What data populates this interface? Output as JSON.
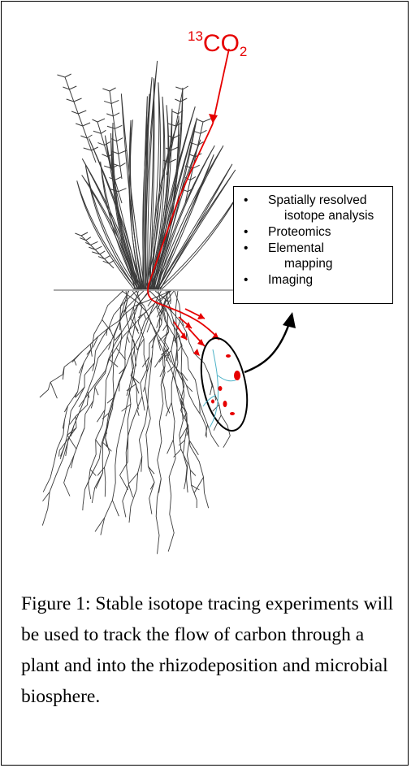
{
  "colors": {
    "tracer": "#e60000",
    "ink": "#3a3a3a",
    "rhizosphere": "#5a5a5a",
    "highlight": "#4fb3c8"
  },
  "labels": {
    "co2_superscript": "13",
    "co2_main": "CO",
    "co2_subscript": "2"
  },
  "analysis_box": {
    "items": [
      {
        "bullet": "•",
        "lines": [
          "Spatially resolved",
          "isotope analysis"
        ]
      },
      {
        "bullet": "•",
        "lines": [
          "Proteomics"
        ]
      },
      {
        "bullet": "•",
        "lines": [
          "Elemental",
          "mapping"
        ]
      },
      {
        "bullet": "•",
        "lines": [
          "Imaging"
        ]
      }
    ]
  },
  "caption": "Figure 1: Stable isotope tracing experiments will be used to track the flow of carbon through a plant and into the rhizodeposition and microbial biosphere."
}
